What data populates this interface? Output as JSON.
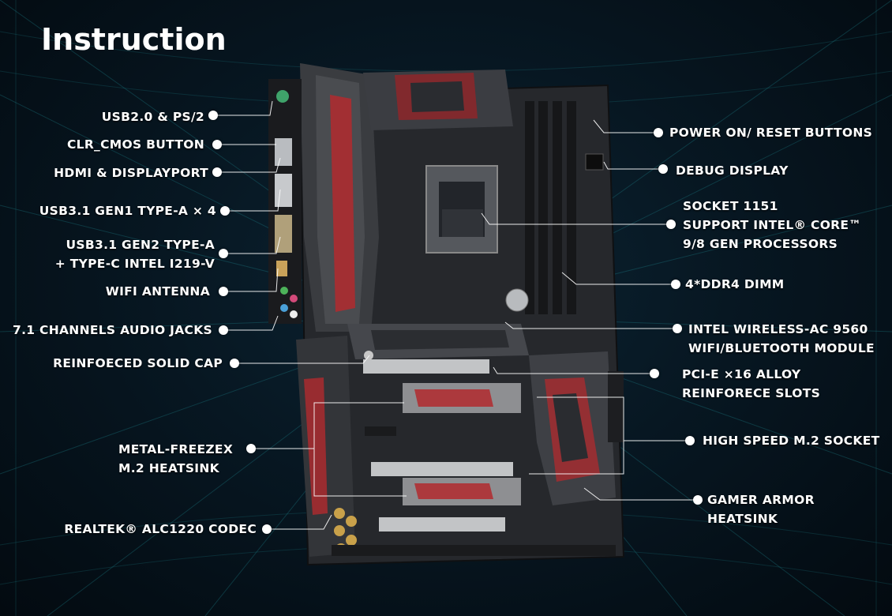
{
  "page": {
    "title": "Instruction"
  },
  "callouts": {
    "usb20_ps2": "USB2.0 & PS/2",
    "clr_cmos": "CLR_CMOS BUTTON",
    "hdmi_dp": "HDMI & DISPLAYPORT",
    "usb31_gen1": "USB3.1 GEN1 TYPE-A × 4",
    "usb31_gen2_line1": "USB3.1 GEN2 TYPE-A",
    "usb31_gen2_line2": "+ TYPE-C INTEL I219-V",
    "wifi_antenna": "WIFI ANTENNA",
    "audio_jacks": "7.1 CHANNELS AUDIO JACKS",
    "solid_cap": "REINFOECED SOLID CAP",
    "m2_heatsink_line1": "METAL-FREEZEX",
    "m2_heatsink_line2": "M.2 HEATSINK",
    "codec": "REALTEK® ALC1220 CODEC",
    "power_reset": "POWER ON/  RESET BUTTONS",
    "debug": "DEBUG DISPLAY",
    "socket_line1": "SOCKET 1151",
    "socket_line2": "SUPPORT INTEL® CORE™",
    "socket_line3": "9/8 GEN PROCESSORS",
    "dimm": "4*DDR4 DIMM",
    "wireless_line1": "INTEL WIRELESS-AC 9560",
    "wireless_line2": "WIFI/BLUETOOTH MODULE",
    "pcie_line1": "PCI-E ×16 ALLOY",
    "pcie_line2": "REINFORECE SLOTS",
    "m2_socket": "HIGH SPEED M.2 SOCKET",
    "armor_line1": "GAMER ARMOR",
    "armor_line2": "HEATSINK"
  },
  "colors": {
    "background": "#05101a",
    "grid": "#1c7f86",
    "board_dark": "#2a2c30",
    "board_accent": "#b12a2e",
    "text": "#ffffff"
  }
}
